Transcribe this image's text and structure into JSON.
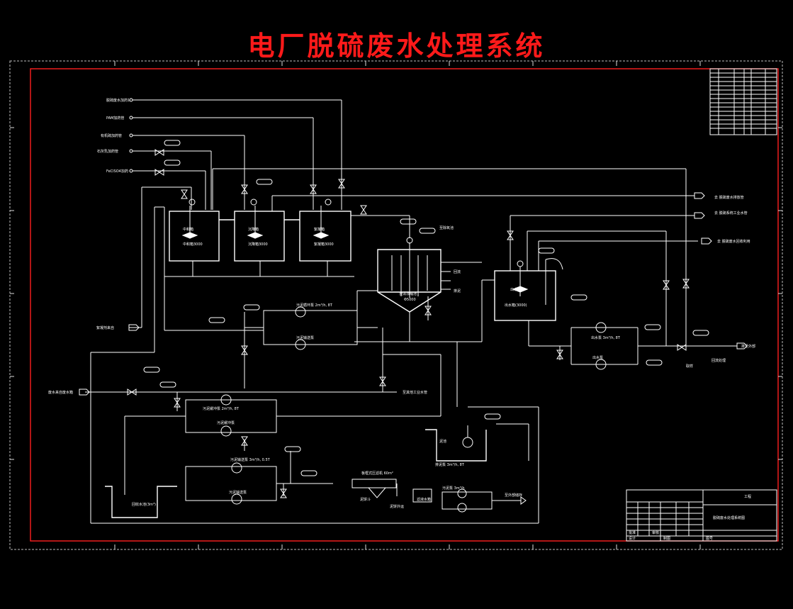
{
  "title": "电厂脱硫废水处理系统",
  "colors": {
    "title": "#ff1a1a",
    "frame": "#ff2020",
    "lines": "#ffffff",
    "background": "#000000"
  },
  "title_block": {
    "project_label": "工程",
    "drawing_name": "脱硫废水处理系统图",
    "approved": "批准",
    "checked": "审核",
    "designed": "设计",
    "drawn": "制图",
    "drawing_no": "图号"
  }
}
